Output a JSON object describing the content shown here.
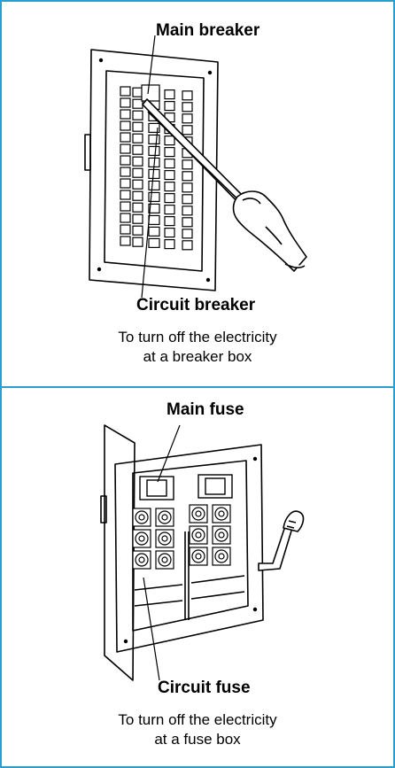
{
  "colors": {
    "border": "#2b9ed0",
    "line": "#000000",
    "background": "#ffffff"
  },
  "breaker_panel": {
    "top_label": "Main breaker",
    "bottom_label": "Circuit breaker",
    "caption_line1": "To turn off the electricity",
    "caption_line2": "at a breaker box"
  },
  "fuse_panel": {
    "top_label": "Main fuse",
    "bottom_label": "Circuit fuse",
    "caption_line1": "To turn off the electricity",
    "caption_line2": "at a fuse box"
  }
}
